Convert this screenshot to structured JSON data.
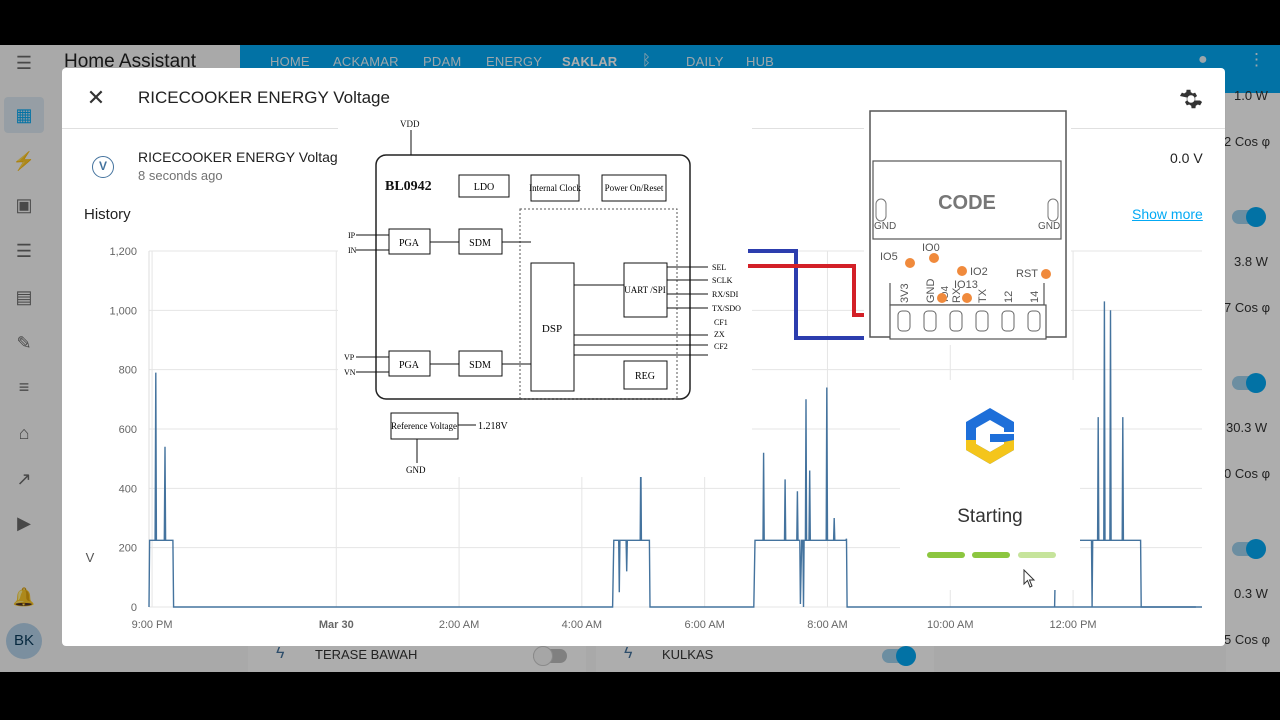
{
  "app": {
    "title": "Home Assistant",
    "user_initials": "BK"
  },
  "header": {
    "tabs": [
      "HOME",
      "ACKAMAR",
      "PDAM",
      "ENERGY",
      "SAKLAR",
      "DAILY",
      "HUB"
    ]
  },
  "background": {
    "right_values": [
      "1.0 W",
      "2 Cos φ",
      "3.8 W",
      "7 Cos φ",
      "30.3 W",
      "0 Cos φ",
      "0.3 W",
      "5 Cos φ"
    ],
    "switches": [
      "TERASE BAWAH",
      "KULKAS"
    ]
  },
  "dialog": {
    "title": "RICECOOKER ENERGY Voltage",
    "entity_name": "RICECOOKER ENERGY Voltage",
    "last_changed": "8 seconds ago",
    "state": "0.0 V",
    "history_label": "History",
    "show_more": "Show more",
    "icon_glyph": "V"
  },
  "chart_data": {
    "type": "line",
    "ylabel": "V",
    "ylim": [
      0,
      1200
    ],
    "y_ticks": [
      "0",
      "200",
      "400",
      "600",
      "800",
      "1,000",
      "1,200"
    ],
    "x_ticks": [
      "9:00 PM",
      "Mar 30",
      "2:00 AM",
      "4:00 AM",
      "6:00 AM",
      "8:00 AM",
      "10:00 AM",
      "12:00 PM"
    ],
    "x_tick_hours": [
      21,
      24,
      26,
      28,
      30,
      32,
      34,
      36
    ],
    "xlim_hours": [
      20.95,
      38.1
    ],
    "line_color": "#44739e",
    "points": [
      [
        20.95,
        0
      ],
      [
        20.96,
        225
      ],
      [
        21.0,
        225
      ],
      [
        21.05,
        225
      ],
      [
        21.06,
        790
      ],
      [
        21.07,
        225
      ],
      [
        21.2,
        225
      ],
      [
        21.21,
        540
      ],
      [
        21.22,
        225
      ],
      [
        21.34,
        225
      ],
      [
        21.35,
        0
      ],
      [
        28.5,
        0
      ],
      [
        28.52,
        225
      ],
      [
        28.6,
        225
      ],
      [
        28.61,
        50
      ],
      [
        28.62,
        225
      ],
      [
        28.72,
        225
      ],
      [
        28.73,
        120
      ],
      [
        28.74,
        225
      ],
      [
        28.95,
        225
      ],
      [
        28.96,
        530
      ],
      [
        28.97,
        225
      ],
      [
        29.1,
        225
      ],
      [
        29.11,
        0
      ],
      [
        30.8,
        0
      ],
      [
        30.82,
        225
      ],
      [
        30.95,
        225
      ],
      [
        30.96,
        520
      ],
      [
        30.97,
        225
      ],
      [
        31.3,
        225
      ],
      [
        31.31,
        430
      ],
      [
        31.32,
        225
      ],
      [
        31.5,
        225
      ],
      [
        31.51,
        390
      ],
      [
        31.52,
        225
      ],
      [
        31.55,
        225
      ],
      [
        31.56,
        10
      ],
      [
        31.58,
        225
      ],
      [
        31.6,
        225
      ],
      [
        31.61,
        0
      ],
      [
        31.62,
        225
      ],
      [
        31.64,
        225
      ],
      [
        31.65,
        700
      ],
      [
        31.66,
        225
      ],
      [
        31.7,
        225
      ],
      [
        31.71,
        460
      ],
      [
        31.72,
        225
      ],
      [
        31.98,
        225
      ],
      [
        31.99,
        740
      ],
      [
        32.0,
        225
      ],
      [
        32.1,
        225
      ],
      [
        32.11,
        300
      ],
      [
        32.12,
        225
      ],
      [
        32.3,
        225
      ],
      [
        32.31,
        230
      ],
      [
        32.32,
        0
      ],
      [
        38.0,
        0
      ]
    ],
    "points_b": [
      [
        35.7,
        0
      ],
      [
        35.72,
        225
      ],
      [
        35.95,
        225
      ],
      [
        35.96,
        560
      ],
      [
        35.97,
        225
      ],
      [
        36.05,
        225
      ],
      [
        36.06,
        650
      ],
      [
        36.07,
        225
      ],
      [
        36.3,
        225
      ],
      [
        36.31,
        0
      ],
      [
        36.32,
        225
      ],
      [
        36.4,
        225
      ],
      [
        36.41,
        640
      ],
      [
        36.42,
        225
      ],
      [
        36.5,
        225
      ],
      [
        36.51,
        1030
      ],
      [
        36.52,
        225
      ],
      [
        36.6,
        225
      ],
      [
        36.61,
        1000
      ],
      [
        36.62,
        225
      ],
      [
        36.8,
        225
      ],
      [
        36.81,
        640
      ],
      [
        36.82,
        225
      ],
      [
        37.0,
        225
      ],
      [
        37.1,
        225
      ],
      [
        37.11,
        0
      ],
      [
        38.1,
        0
      ]
    ]
  },
  "schematic": {
    "chip": "BL0942",
    "blocks": [
      "LDO",
      "Internal Clock",
      "Power On/Reset",
      "PGA",
      "SDM",
      "PGA",
      "SDM",
      "DSP",
      "UART /SPI",
      "REG",
      "Reference Voltage"
    ],
    "pins_left": [
      "IP",
      "IN",
      "VP",
      "VN"
    ],
    "pins_right": [
      "SEL",
      "SCLK",
      "RX/SDI",
      "TX/SDO",
      "CF1",
      "ZX",
      "CF2"
    ],
    "top_label": "VDD",
    "bottom_label": "GND",
    "ref_voltage": "1.218V"
  },
  "module": {
    "code_label": "CODE",
    "pads": [
      "GND",
      "GND",
      "IO5",
      "IO0",
      "IO4",
      "IO13",
      "IO2",
      "RST"
    ],
    "pins": [
      "3V3",
      "GND",
      "RX",
      "TX",
      "12",
      "14"
    ]
  },
  "starting": {
    "label": "Starting",
    "colors": [
      "#8cc63f",
      "#8cc63f",
      "#c6e49b"
    ]
  }
}
